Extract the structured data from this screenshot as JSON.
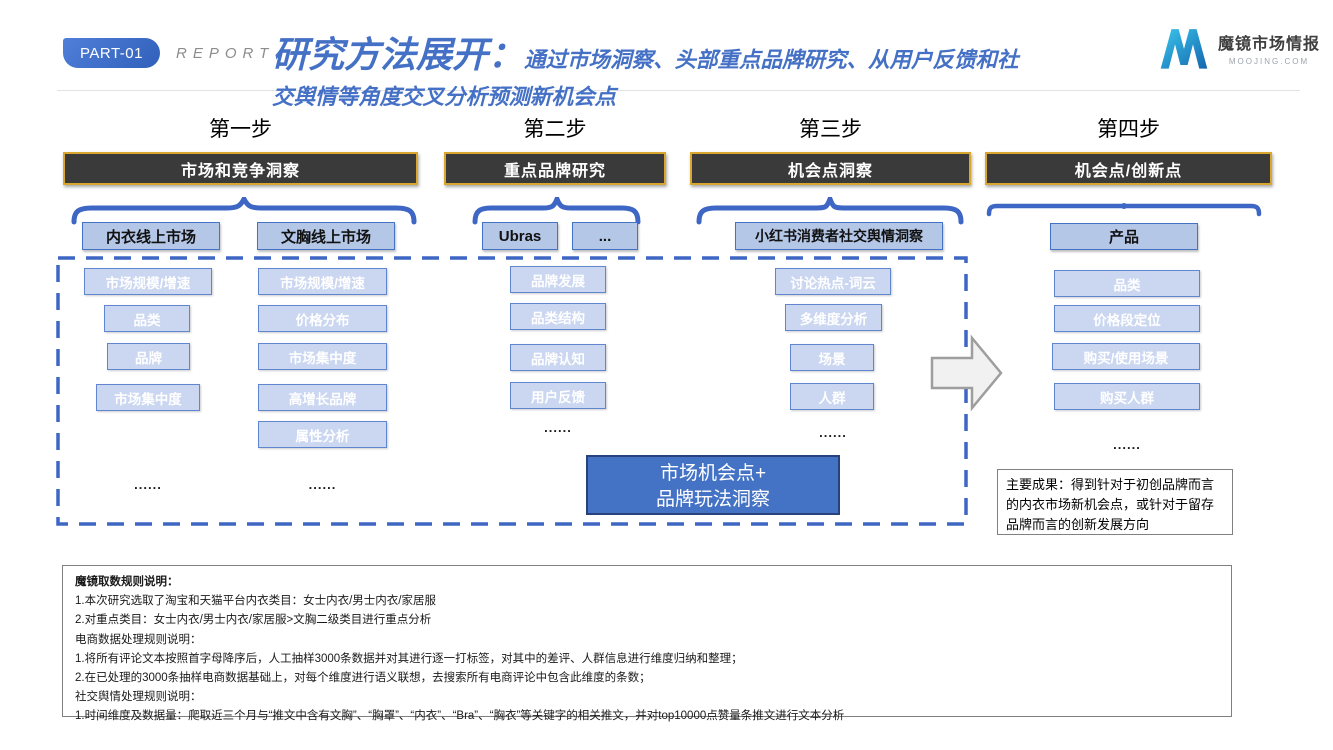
{
  "slide": {
    "badge": "PART-01",
    "report": "REPORT",
    "title_main": "研究方法展开：",
    "title_sub_line1": "通过市场洞察、头部重点品牌研究、从用户反馈和社",
    "title_sub_line2": "交舆情等角度交叉分析预测新机会点"
  },
  "logo": {
    "name": "魔镜市场情报",
    "domain": "MOOJING.COM"
  },
  "columns": [
    {
      "step": "第一步",
      "bar": "市场和竞争洞察",
      "boxes": [
        "内衣线上市场",
        "文胸线上市场"
      ],
      "lists": [
        {
          "items": [
            "市场规模/增速",
            "品类",
            "品牌",
            "市场集中度"
          ],
          "ellipsis": "......"
        },
        {
          "items": [
            "市场规模/增速",
            "价格分布",
            "市场集中度",
            "高增长品牌",
            "属性分析"
          ],
          "ellipsis": "......"
        }
      ]
    },
    {
      "step": "第二步",
      "bar": "重点品牌研究",
      "boxes": [
        "Ubras",
        "..."
      ],
      "lists": [
        {
          "items": [
            "品牌发展",
            "品类结构",
            "品牌认知",
            "用户反馈"
          ],
          "ellipsis": "......"
        }
      ]
    },
    {
      "step": "第三步",
      "bar": "机会点洞察",
      "boxes": [
        "小红书消费者社交舆情洞察"
      ],
      "lists": [
        {
          "items": [
            "讨论热点-词云",
            "多维度分析",
            "场景",
            "人群"
          ],
          "ellipsis": "......"
        }
      ]
    },
    {
      "step": "第四步",
      "bar": "机会点/创新点",
      "boxes": [
        "产品"
      ],
      "lists": [
        {
          "items": [
            "品类",
            "价格段定位",
            "购买/使用场景",
            "购买人群"
          ],
          "ellipsis": "......"
        }
      ]
    }
  ],
  "result_box": {
    "line1": "市场机会点+",
    "line2": "品牌玩法洞察"
  },
  "outcome_note": "主要成果：得到针对于初创品牌而言的内衣市场新机会点，或针对于留存品牌而言的创新发展方向",
  "notes": {
    "title": "魔镜取数规则说明：",
    "lines": [
      "1.本次研究选取了淘宝和天猫平台内衣类目：女士内衣/男士内衣/家居服",
      "2.对重点类目：女士内衣/男士内衣/家居服>文胸二级类目进行重点分析",
      "电商数据处理规则说明：",
      "1.将所有评论文本按照首字母降序后，人工抽样3000条数据并对其进行逐一打标签，对其中的差评、人群信息进行维度归纳和整理；",
      "2.在已处理的3000条抽样电商数据基础上，对每个维度进行语义联想，去搜索所有电商评论中包含此维度的条数；",
      "社交舆情处理规则说明：",
      "1.时间维度及数据量：爬取近三个月与“推文中含有文胸”、“胸罩”、“内衣”、“Bra”、“胸衣”等关键字的相关推文，并对top10000点赞量条推文进行文本分析"
    ]
  },
  "colors": {
    "accent_blue": "#4472C4",
    "bar_fill": "#3A3A3A",
    "bar_border_gold": "#D9A630",
    "subbox_fill": "#B4C7E7",
    "item_fill": "#CBD7F1",
    "result_fill": "#4472C4",
    "badge_blue": "#3160BB",
    "logo_gradient_start": "#3BC5EC",
    "logo_gradient_end": "#1466AE"
  }
}
